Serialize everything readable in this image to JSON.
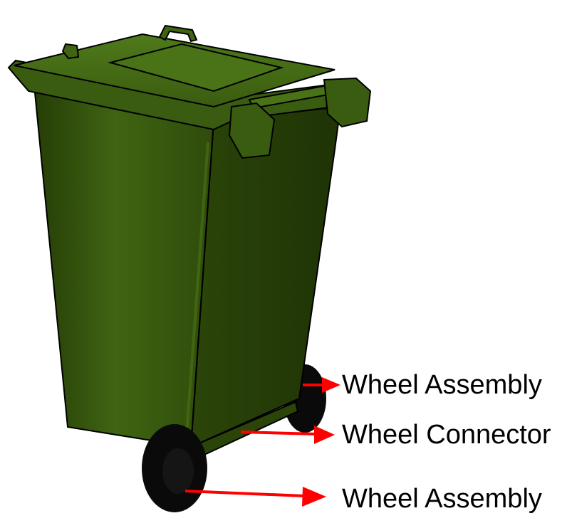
{
  "colors": {
    "bin_body": "#3f6412",
    "bin_shade": "#253d06",
    "bin_highlight": "#4f7a1a",
    "outline": "#000000",
    "wheel": "#0a0a0a",
    "arrow": "#ff0000",
    "background": "#ffffff"
  },
  "callouts": [
    {
      "label": "Wheel Assembly"
    },
    {
      "label": "Wheel Connector"
    },
    {
      "label": "Wheel Assembly"
    }
  ]
}
